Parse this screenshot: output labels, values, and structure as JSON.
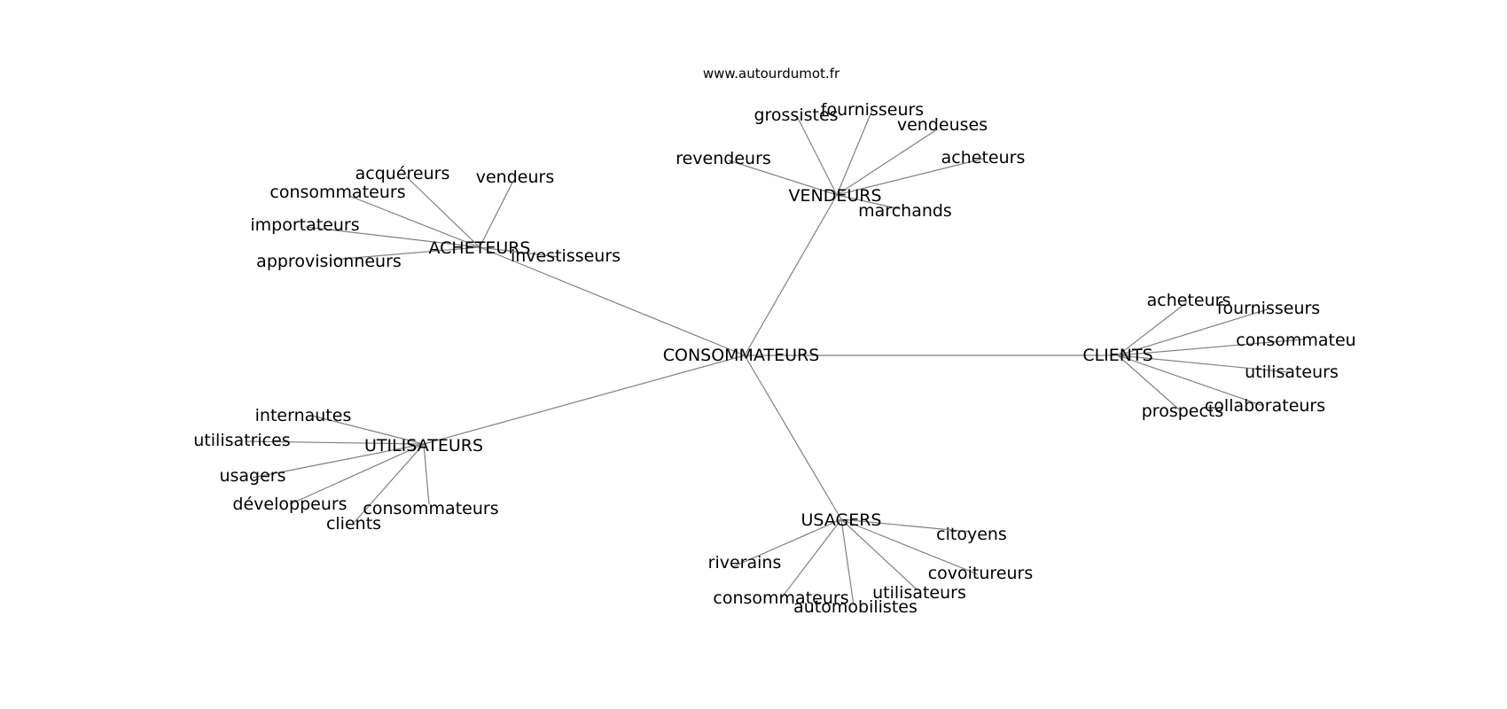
{
  "watermark": "www.autourdumot.fr",
  "graph": {
    "center": "CONSOMMATEURS",
    "groups": [
      {
        "label": "VENDEURS",
        "children": [
          "grossistes",
          "fournisseurs",
          "vendeuses",
          "revendeurs",
          "acheteurs",
          "marchands"
        ]
      },
      {
        "label": "ACHETEURS",
        "children": [
          "acquéreurs",
          "vendeurs",
          "consommateurs",
          "importateurs",
          "approvisionneurs",
          "investisseurs"
        ]
      },
      {
        "label": "CLIENTS",
        "children": [
          "acheteurs",
          "fournisseurs",
          "consommateu",
          "utilisateurs",
          "collaborateurs",
          "prospects"
        ]
      },
      {
        "label": "UTILISATEURS",
        "children": [
          "internautes",
          "utilisatrices",
          "usagers",
          "développeurs",
          "consommateurs",
          "clients"
        ]
      },
      {
        "label": "USAGERS",
        "children": [
          "citoyens",
          "riverains",
          "covoitureurs",
          "utilisateurs",
          "consommateurs",
          "automobilistes"
        ]
      }
    ]
  }
}
